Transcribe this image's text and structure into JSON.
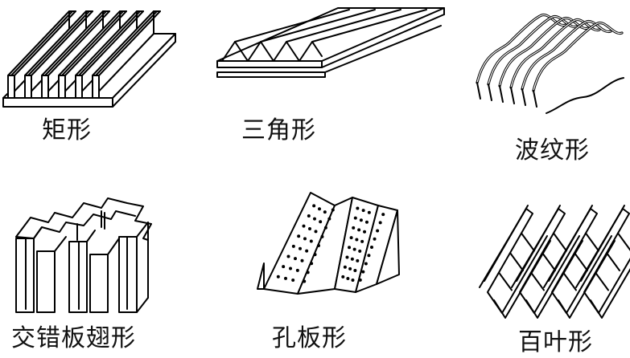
{
  "fins": [
    {
      "label": "矩形"
    },
    {
      "label": "三角形"
    },
    {
      "label": "波纹形"
    },
    {
      "label": "交错板翅形"
    },
    {
      "label": "孔板形"
    },
    {
      "label": "百叶形"
    }
  ]
}
